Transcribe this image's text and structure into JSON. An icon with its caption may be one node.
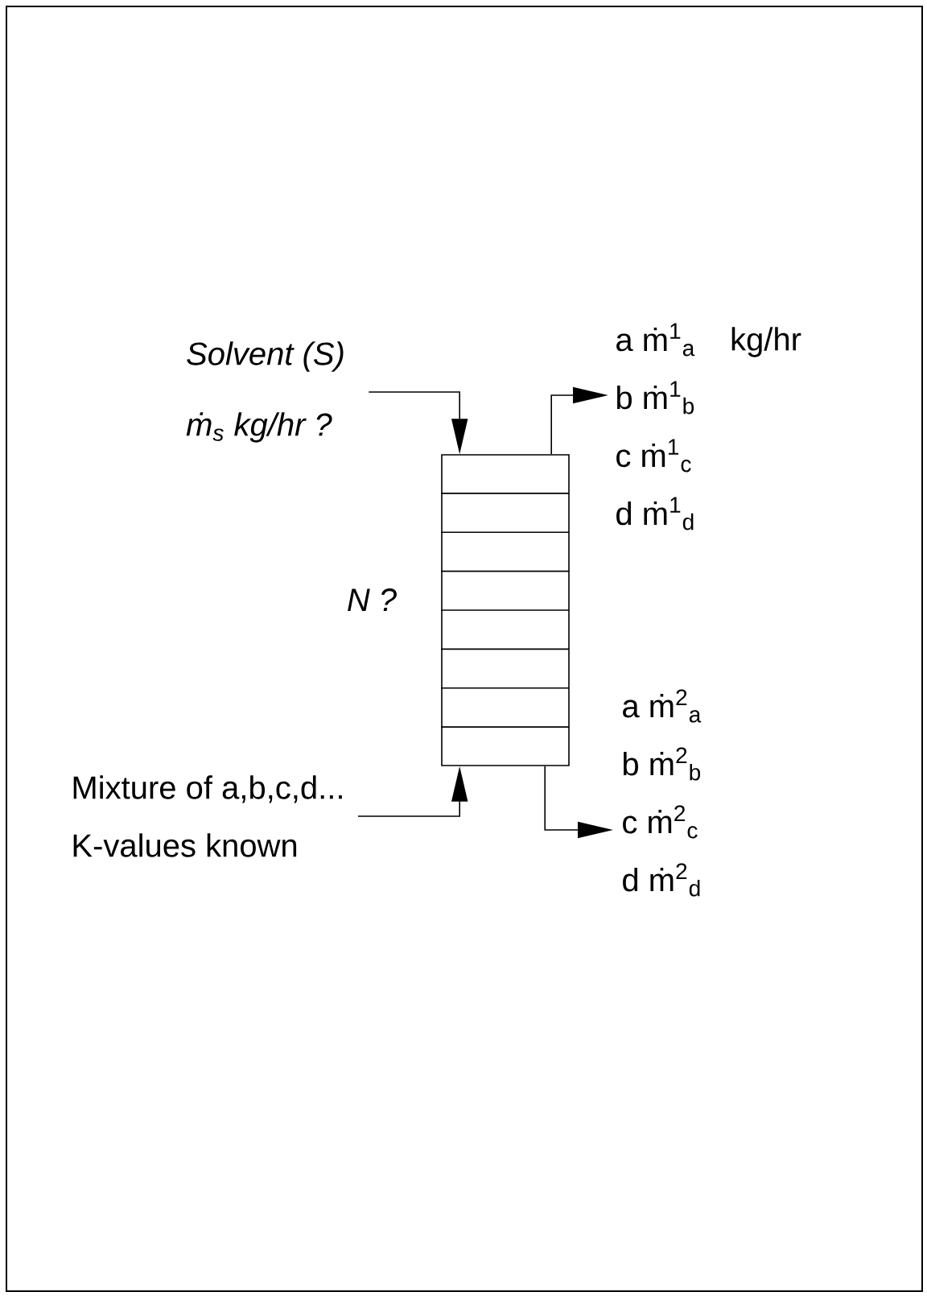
{
  "diagram": {
    "nodes": [
      {
        "text": [
          "Solvent (S)",
          "ṁ$_{s}$ kg/hr ?"
        ]
      },
      {
        "text": [],
        "shape": "column",
        "beside": [
          "N ?"
        ]
      },
      {
        "text": [
          "a ṁ$^{1}$$_{a}$",
          "b ṁ$^{1}$$_{b}$",
          "c ṁ$^{1}$$_{c}$",
          "d ṁ$^{1}$$_{d}$"
        ],
        "beside": [
          "kg/hr"
        ]
      },
      {
        "text": [
          "Mixture of a,b,c,d...",
          "K-values known"
        ]
      },
      {
        "text": [
          "a ṁ$^{2}$$_{a}$",
          "b ṁ$^{2}$$_{b}$",
          "c ṁ$^{2}$$_{c}$",
          "d ṁ$^{2}$$_{d}$"
        ]
      }
    ],
    "edges": [
      {
        "from": 0,
        "to": 1,
        "arrow": "to"
      },
      {
        "from": 1,
        "to": 2,
        "arrow": "to"
      },
      {
        "from": 3,
        "to": 1,
        "arrow": "to"
      },
      {
        "from": 1,
        "to": 4,
        "arrow": "to"
      }
    ]
  }
}
